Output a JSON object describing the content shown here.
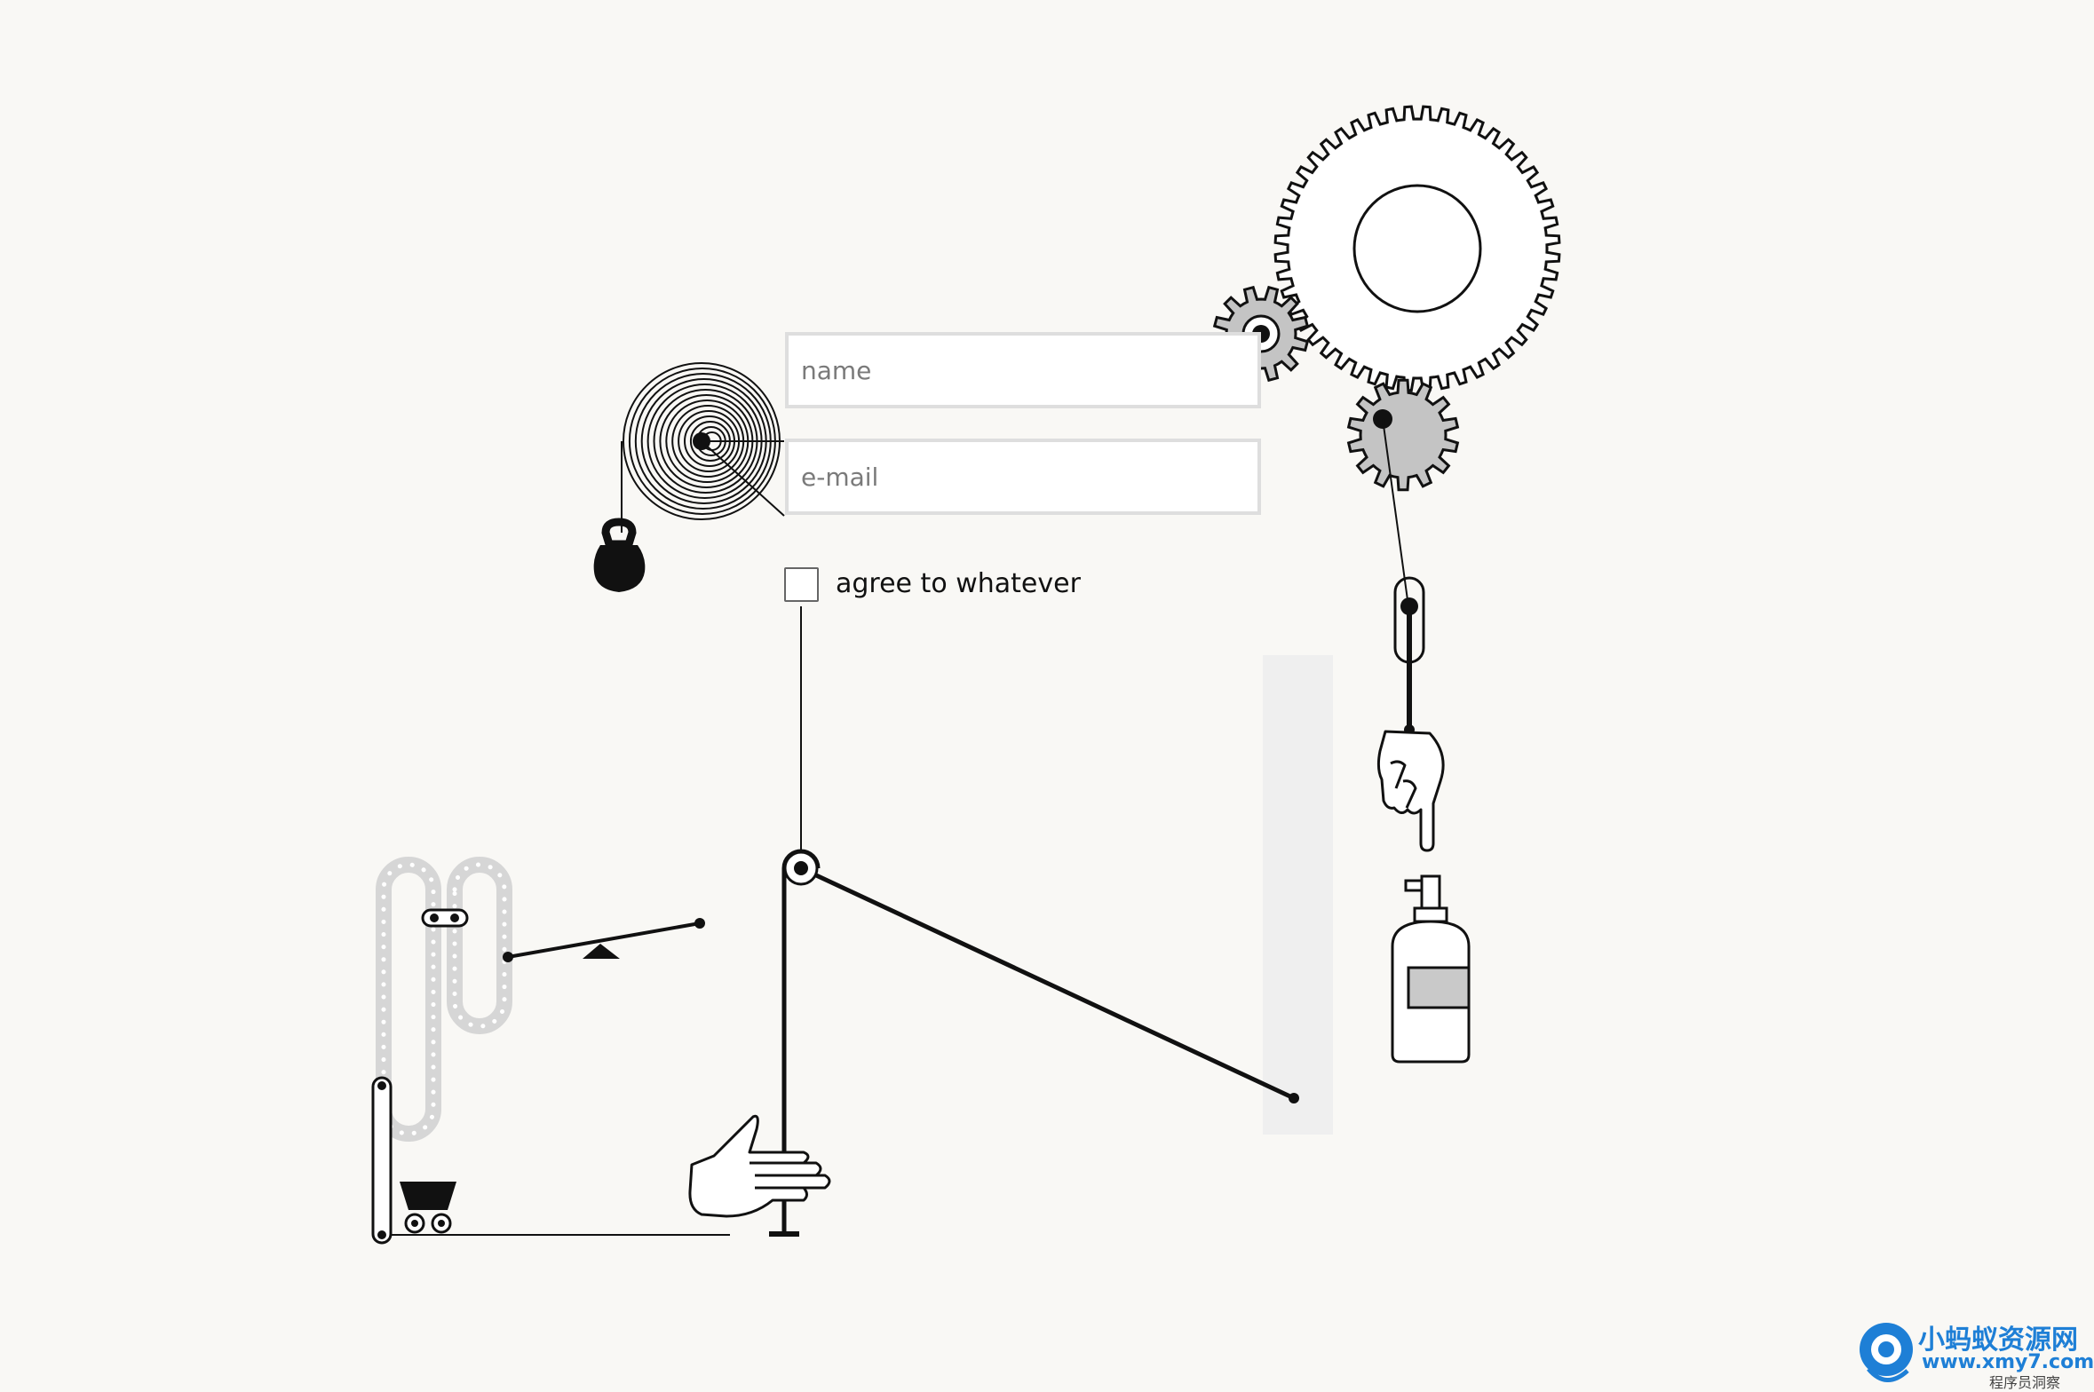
{
  "form": {
    "name_placeholder": "name",
    "email_placeholder": "e-mail",
    "agree_label": "agree to whatever",
    "agree_checked": false
  },
  "machine": {
    "parts": [
      "spring-coil",
      "kettlebell-weight",
      "gear-large",
      "gear-small-left",
      "gear-small-right",
      "lever-arm",
      "pointing-hand",
      "spray-bottle",
      "conveyor-chain",
      "seesaw",
      "mine-cart",
      "catching-hand"
    ]
  },
  "watermark": {
    "title": "小蚂蚁资源网",
    "url": "www.xmy7.com",
    "subtitle": "程序员洞察"
  },
  "colors": {
    "background": "#f9f8f5",
    "field_border": "#dedede",
    "gear_fill": "#c4c4c4",
    "chain": "#d6d6d6",
    "slot": "#efefef",
    "watermark": "#1e7fd6"
  }
}
